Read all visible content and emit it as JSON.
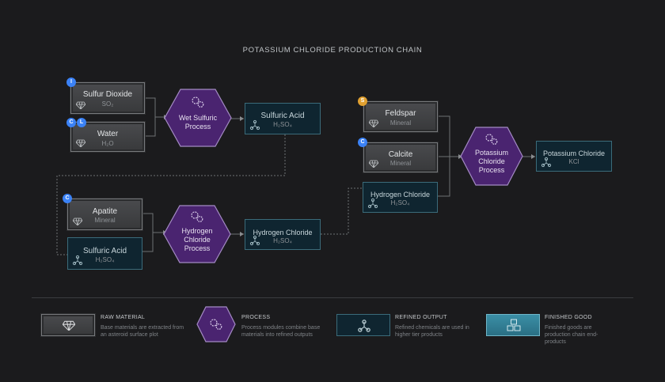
{
  "title": "POTASSIUM CHLORIDE PRODUCTION CHAIN",
  "colors": {
    "background": "#1b1b1d",
    "process": "#4a2470",
    "refined": "#0f2530",
    "raw": "#404144",
    "badge_blue": "#3b82f6",
    "badge_gold": "#e0a030"
  },
  "nodes": {
    "sulfur_dioxide": {
      "name": "Sulfur Dioxide",
      "sub": "SO₂",
      "badges": [
        "I"
      ]
    },
    "water": {
      "name": "Water",
      "sub": "H₂O",
      "badges": [
        "C",
        "L"
      ]
    },
    "wet_sulfuric_process": {
      "line1": "Wet Sulfuric",
      "line2": "Process"
    },
    "sulfuric_acid_top": {
      "name": "Sulfuric Acid",
      "sub": "H₂SO₄"
    },
    "apatite": {
      "name": "Apatite",
      "sub": "Mineral",
      "badges": [
        "C"
      ]
    },
    "sulfuric_acid_bottom": {
      "name": "Sulfuric Acid",
      "sub": "H₂SO₄"
    },
    "hydrogen_chloride_process": {
      "line1": "Hydrogen",
      "line2": "Chloride",
      "line3": "Process"
    },
    "hydrogen_chloride_mid": {
      "name": "Hydrogen Chloride",
      "sub": "H₂SO₄"
    },
    "feldspar": {
      "name": "Feldspar",
      "sub": "Mineral",
      "badges": [
        "S"
      ]
    },
    "calcite": {
      "name": "Calcite",
      "sub": "Mineral",
      "badges": [
        "C"
      ]
    },
    "hydrogen_chloride_right": {
      "name": "Hydrogen Chloride",
      "sub": "H₂SO₄"
    },
    "potassium_chloride_process": {
      "line1": "Potassium",
      "line2": "Chloride",
      "line3": "Process"
    },
    "potassium_chloride": {
      "name": "Potassium Chloride",
      "sub": "KCl"
    }
  },
  "legend": {
    "raw": {
      "title": "RAW MATERIAL",
      "desc": "Base materials are extracted from an asteroid surface plot"
    },
    "process": {
      "title": "PROCESS",
      "desc": "Process modules combine base materials into refined outputs"
    },
    "refined": {
      "title": "REFINED OUTPUT",
      "desc": "Refined chemicals are used in higher tier products"
    },
    "finished": {
      "title": "FINISHED GOOD",
      "desc": "Finished goods are production chain end-products"
    }
  }
}
